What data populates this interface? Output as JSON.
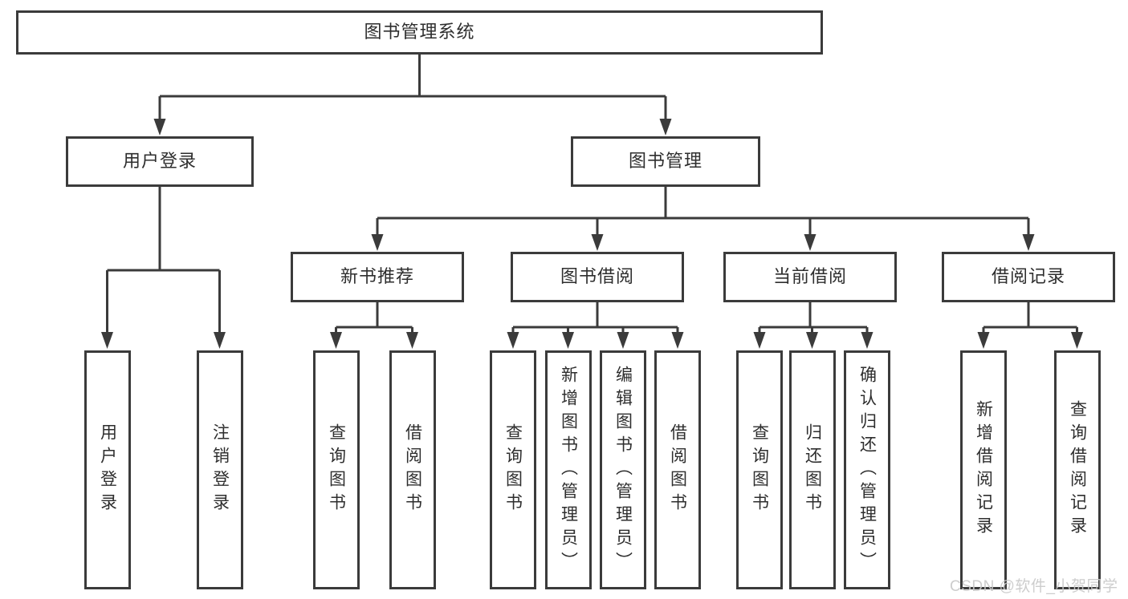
{
  "nodes": {
    "root": "图书管理系统",
    "level2": {
      "user_login": "用户登录",
      "book_mgmt": "图书管理"
    },
    "level3": {
      "new_book_rec": "新书推荐",
      "book_borrow": "图书借阅",
      "current_borrow": "当前借阅",
      "borrow_records": "借阅记录"
    },
    "leaves": {
      "user_login_login": "用户登录",
      "user_login_logout": "注销登录",
      "new_book_query": "查询图书",
      "new_book_borrow": "借阅图书",
      "borrow_query": "查询图书",
      "borrow_add": "新增图书（管理员）",
      "borrow_edit": "编辑图书（管理员）",
      "borrow_borrow": "借阅图书",
      "current_query": "查询图书",
      "current_return": "归还图书",
      "current_confirm": "确认归还（管理员）",
      "records_add": "新增借阅记录",
      "records_query": "查询借阅记录"
    }
  },
  "hierarchy": {
    "图书管理系统": [
      "用户登录",
      "图书管理"
    ],
    "用户登录": [
      "用户登录",
      "注销登录"
    ],
    "图书管理": [
      "新书推荐",
      "图书借阅",
      "当前借阅",
      "借阅记录"
    ],
    "新书推荐": [
      "查询图书",
      "借阅图书"
    ],
    "图书借阅": [
      "查询图书",
      "新增图书（管理员）",
      "编辑图书（管理员）",
      "借阅图书"
    ],
    "当前借阅": [
      "查询图书",
      "归还图书",
      "确认归还（管理员）"
    ],
    "借阅记录": [
      "新增借阅记录",
      "查询借阅记录"
    ]
  },
  "watermark": "CSDN @软件_小贺同学",
  "colors": {
    "line": "#3b3b3b",
    "text": "#2e2e2e",
    "watermark": "#cccccc",
    "background": "#ffffff"
  }
}
